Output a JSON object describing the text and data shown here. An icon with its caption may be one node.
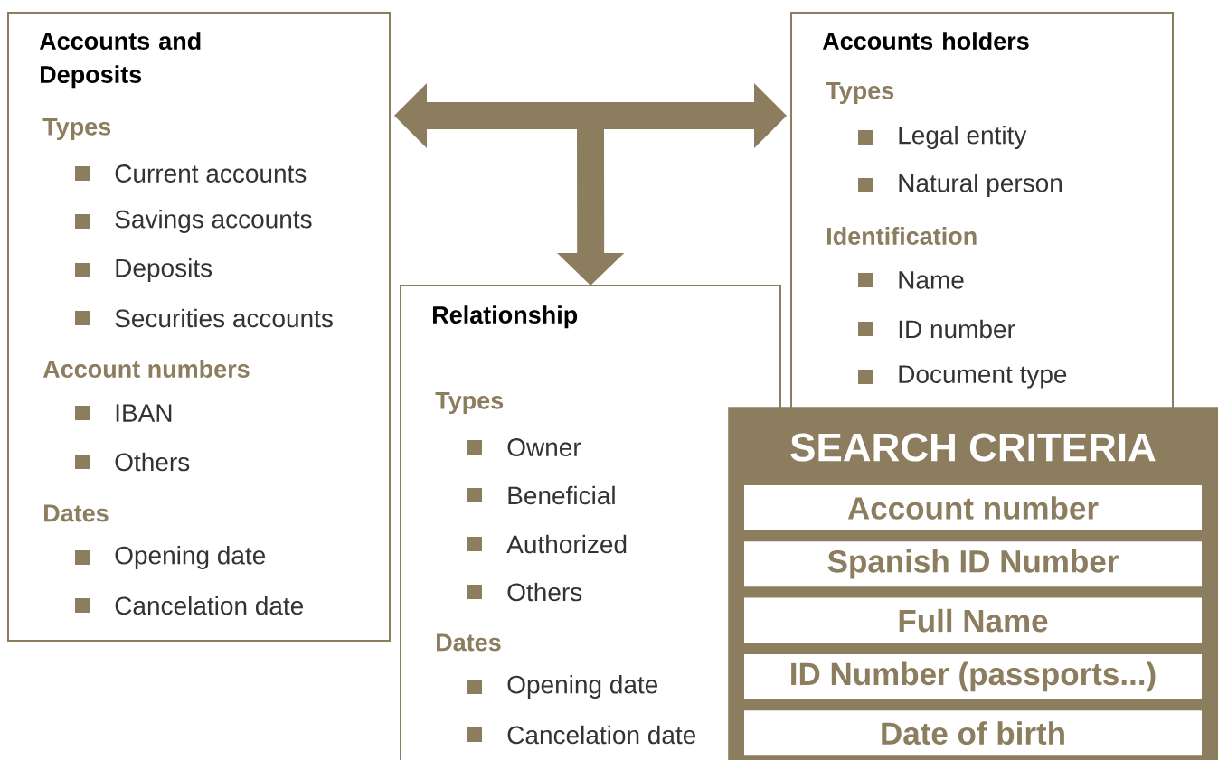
{
  "diagram": {
    "nodes": [
      {
        "text": [
          "Accounts and Deposits",
          "Types",
          "Current accounts",
          "Savings accounts",
          "Deposits",
          "Securities accounts",
          "Account numbers",
          "IBAN",
          "Others",
          "Dates",
          "Opening date",
          "Cancelation date"
        ]
      },
      {
        "text": [
          "Accounts holders",
          "Types",
          "Legal entity",
          "Natural person",
          "Identification",
          "Name",
          "ID number",
          "Document type"
        ]
      },
      {
        "text": [
          "Relationship",
          "Types",
          "Owner",
          "Beneficial",
          "Authorized",
          "Others",
          "Dates",
          "Opening date",
          "Cancelation date"
        ]
      },
      {
        "text": [
          "SEARCH CRITERIA"
        ]
      },
      {
        "text": [
          "Account number"
        ],
        "in": 3
      },
      {
        "text": [
          "Spanish ID Number"
        ],
        "in": 3
      },
      {
        "text": [
          "Full Name"
        ],
        "in": 3
      },
      {
        "text": [
          "ID Number (passports...)"
        ],
        "in": 3
      },
      {
        "text": [
          "Date of birth"
        ],
        "in": 3
      }
    ],
    "edges": [
      {
        "from": 0,
        "to": 1,
        "arrow": "both"
      },
      {
        "from": 0,
        "to": 2,
        "arrow": "to"
      },
      {
        "from": 1,
        "to": 2,
        "arrow": "to"
      }
    ]
  }
}
